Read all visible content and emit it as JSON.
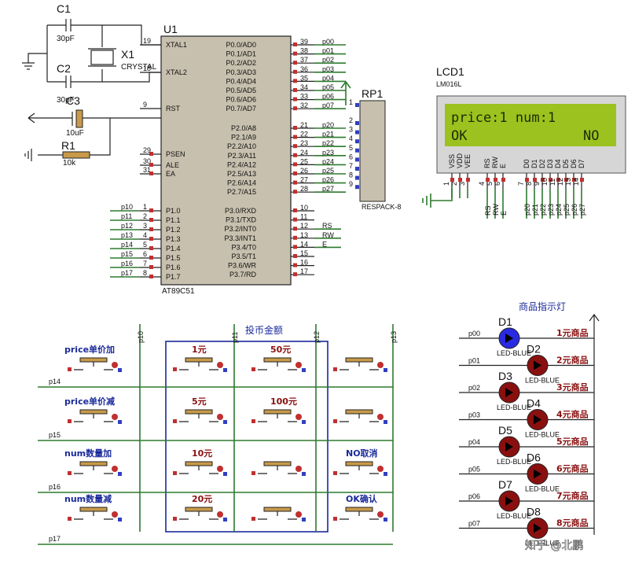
{
  "mcu": {
    "ref": "U1",
    "part": "AT89C51",
    "left_pins": [
      {
        "num": "19",
        "name": "XTAL1"
      },
      {
        "num": "18",
        "name": "XTAL2"
      },
      {
        "num": "9",
        "name": "RST"
      },
      {
        "num": "29",
        "name": "PSEN"
      },
      {
        "num": "30",
        "name": "ALE"
      },
      {
        "num": "31",
        "name": "EA"
      },
      {
        "num": "1",
        "name": "P1.0"
      },
      {
        "num": "2",
        "name": "P1.1"
      },
      {
        "num": "3",
        "name": "P1.2"
      },
      {
        "num": "4",
        "name": "P1.3"
      },
      {
        "num": "5",
        "name": "P1.4"
      },
      {
        "num": "6",
        "name": "P1.5"
      },
      {
        "num": "7",
        "name": "P1.6"
      },
      {
        "num": "8",
        "name": "P1.7"
      }
    ],
    "right_pins": [
      {
        "num": "39",
        "name": "P0.0/AD0"
      },
      {
        "num": "38",
        "name": "P0.1/AD1"
      },
      {
        "num": "37",
        "name": "P0.2/AD2"
      },
      {
        "num": "36",
        "name": "P0.3/AD3"
      },
      {
        "num": "35",
        "name": "P0.4/AD4"
      },
      {
        "num": "34",
        "name": "P0.5/AD5"
      },
      {
        "num": "33",
        "name": "P0.6/AD6"
      },
      {
        "num": "32",
        "name": "P0.7/AD7"
      },
      {
        "num": "21",
        "name": "P2.0/A8"
      },
      {
        "num": "22",
        "name": "P2.1/A9"
      },
      {
        "num": "23",
        "name": "P2.2/A10"
      },
      {
        "num": "24",
        "name": "P2.3/A11"
      },
      {
        "num": "25",
        "name": "P2.4/A12"
      },
      {
        "num": "26",
        "name": "P2.5/A13"
      },
      {
        "num": "27",
        "name": "P2.6/A14"
      },
      {
        "num": "28",
        "name": "P2.7/A15"
      },
      {
        "num": "10",
        "name": "P3.0/RXD"
      },
      {
        "num": "11",
        "name": "P3.1/TXD"
      },
      {
        "num": "12",
        "name": "P3.2/INT0"
      },
      {
        "num": "13",
        "name": "P3.3/INT1"
      },
      {
        "num": "14",
        "name": "P3.4/T0"
      },
      {
        "num": "15",
        "name": "P3.5/T1"
      },
      {
        "num": "16",
        "name": "P3.6/WR"
      },
      {
        "num": "17",
        "name": "P3.7/RD"
      }
    ],
    "p0_nets": [
      "p00",
      "p01",
      "p02",
      "p03",
      "p04",
      "p05",
      "p06",
      "p07"
    ],
    "p2_nets": [
      "p20",
      "p21",
      "p22",
      "p23",
      "p24",
      "p25",
      "p26",
      "p27"
    ],
    "p3_nets": [
      "",
      "",
      "RS",
      "RW",
      "E",
      "",
      "",
      ""
    ],
    "p1_nets": [
      "p10",
      "p11",
      "p12",
      "p13",
      "p14",
      "p15",
      "p16",
      "p17"
    ]
  },
  "osc": {
    "c1_ref": "C1",
    "c1_val": "30pF",
    "c2_ref": "C2",
    "c2_val": "30pF",
    "x1_ref": "X1",
    "x1_val": "CRYSTAL",
    "c3_ref": "C3",
    "c3_val": "10uF",
    "r1_ref": "R1",
    "r1_val": "10k"
  },
  "respack": {
    "ref": "RP1",
    "part": "RESPACK-8",
    "pins": [
      "1",
      "2",
      "3",
      "4",
      "5",
      "6",
      "7",
      "8",
      "9"
    ]
  },
  "lcd": {
    "ref": "LCD1",
    "part": "LM016L",
    "line1": "price:1  num:1",
    "line2_left": "OK",
    "line2_right": "NO",
    "pin_names": [
      "VSS",
      "VDD",
      "VEE",
      "RS",
      "RW",
      "E",
      "D0",
      "D1",
      "D2",
      "D3",
      "D4",
      "D5",
      "D6",
      "D7"
    ],
    "pin_nums": [
      "1",
      "2",
      "3",
      "4",
      "5",
      "6",
      "7",
      "8",
      "9",
      "10",
      "11",
      "12",
      "13",
      "14"
    ],
    "nets": [
      "",
      "",
      "",
      "RS",
      "RW",
      "E",
      "p20",
      "p21",
      "p22",
      "p23",
      "p24",
      "p25",
      "p26",
      "p27"
    ],
    "colors": {
      "bg": "#9bc21e",
      "frame": "#d6d6d6"
    }
  },
  "keypad": {
    "group_title": "投币金额",
    "col_nets": [
      "p10",
      "p11",
      "p12",
      "p13"
    ],
    "row_nets": [
      "p14",
      "p15",
      "p16",
      "p17"
    ],
    "left_labels": [
      "price单价加",
      "price单价减",
      "num数量加",
      "num数量减"
    ],
    "coin_labels": [
      "1元",
      "50元",
      "5元",
      "100元",
      "10元",
      "20元"
    ],
    "right_labels": [
      "NO取消",
      "OK确认"
    ]
  },
  "leds": {
    "title": "商品指示灯",
    "refs": [
      "D1",
      "D2",
      "D3",
      "D4",
      "D5",
      "D6",
      "D7",
      "D8"
    ],
    "part": "LED-BLUE",
    "nets": [
      "p00",
      "p01",
      "p02",
      "p03",
      "p04",
      "p05",
      "p06",
      "p07"
    ],
    "labels": [
      "1元商品",
      "2元商品",
      "3元商品",
      "4元商品",
      "5元商品",
      "6元商品",
      "7元商品",
      "8元商品"
    ],
    "colors": {
      "on": "#2a2ae0",
      "off": "#8a1010"
    }
  },
  "watermark": "知乎 @北鹏"
}
